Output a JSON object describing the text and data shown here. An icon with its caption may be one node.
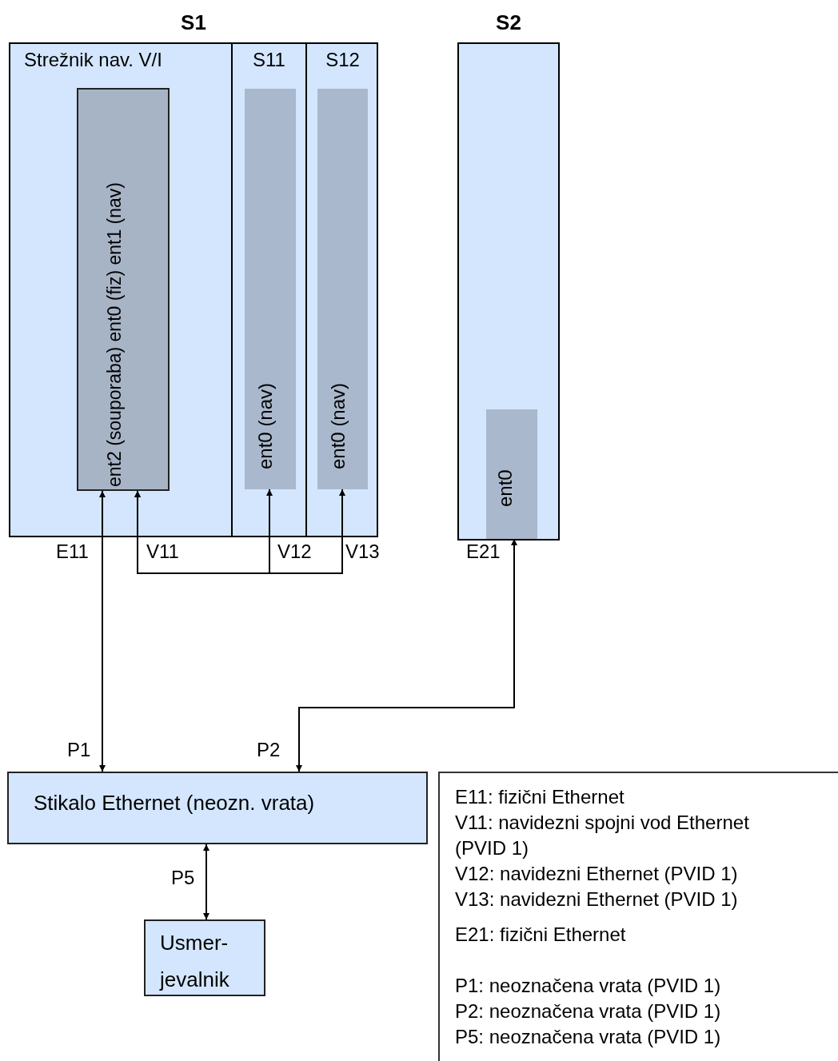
{
  "diagram": {
    "nodes": [
      {
        "text": [
          "S1"
        ]
      },
      {
        "text": [
          "Strežnik nav. V/I"
        ],
        "in": 0
      },
      {
        "text": [
          "ent2 (souporaba) ent0 (fiz) ent1 (nav)"
        ],
        "in": 1
      },
      {
        "text": [
          "S11"
        ],
        "in": 0
      },
      {
        "text": [
          "ent0 (nav)"
        ],
        "in": 3
      },
      {
        "text": [
          "S12"
        ],
        "in": 0
      },
      {
        "text": [
          "ent0 (nav)"
        ],
        "in": 5
      },
      {
        "text": [
          "S2"
        ]
      },
      {
        "text": [
          "ent0"
        ],
        "in": 7
      },
      {
        "text": [
          "Stikalo Ethernet (neozn. vrata)"
        ]
      },
      {
        "text": [
          "Usmer- jevalnik"
        ]
      },
      {
        "text": [
          "E11: fizični Ethernet",
          "V11: navidezni spojni vod Ethernet (PVID 1)",
          "V12: navidezni Ethernet (PVID 1)",
          "V13: navidezni Ethernet (PVID 1)",
          "E21: fizični Ethernet",
          "P1: neoznačena vrata (PVID 1)",
          "P2: neoznačena vrata (PVID 1)",
          "P5: neoznačena vrata (PVID 1)"
        ]
      }
    ],
    "edges": [
      {
        "from": 9,
        "to": 2,
        "arrow": "both"
      },
      {
        "from": 2,
        "to": 4,
        "arrow": "both"
      },
      {
        "from": 2,
        "to": 6,
        "arrow": "both"
      },
      {
        "from": 9,
        "to": 8,
        "arrow": "both"
      },
      {
        "from": 9,
        "to": 10,
        "arrow": "both"
      }
    ],
    "labels": [
      "E11",
      "V11",
      "V12",
      "V13",
      "E21",
      "P1",
      "P2",
      "P5"
    ]
  }
}
